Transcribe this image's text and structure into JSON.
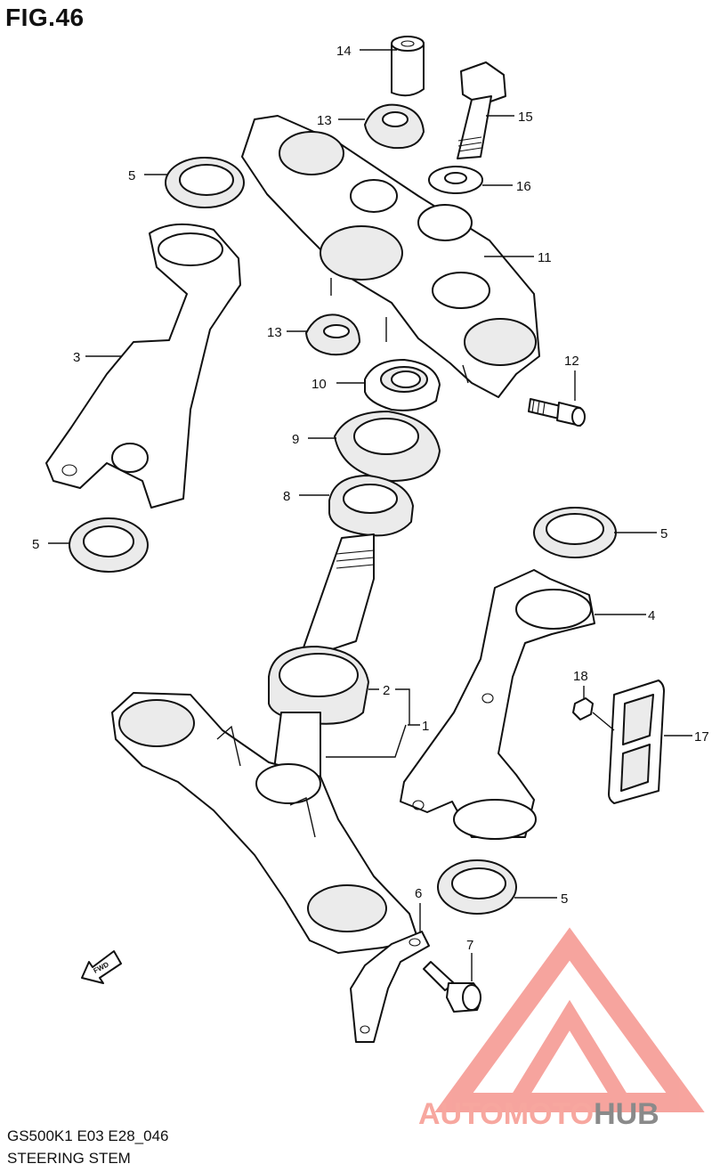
{
  "figure": {
    "title": "FIG.46"
  },
  "footer": {
    "model_code": "GS500K1 E03 E28_046",
    "assembly_name": "STEERING STEM"
  },
  "fwd_label": "FWD",
  "callouts": [
    "1",
    "2",
    "3",
    "4",
    "5",
    "6",
    "7",
    "8",
    "9",
    "10",
    "11",
    "12",
    "13",
    "14",
    "15",
    "16",
    "17",
    "18"
  ],
  "logo": {
    "part1": "AUTOMOTO",
    "part2": "HUB",
    "accent_color": "#f05a4f",
    "dark_color": "#4a4a4a"
  }
}
